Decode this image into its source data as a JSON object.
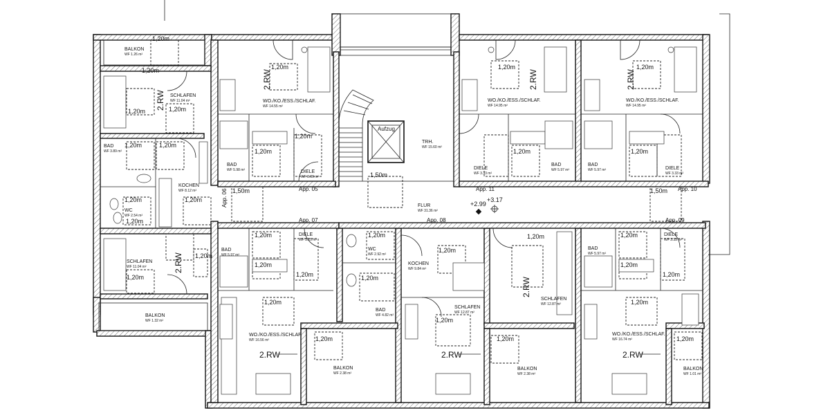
{
  "texts": {
    "balkon": "BALKON",
    "schlafen": "SCHLAFEN",
    "bad": "BAD",
    "kochen": "KOCHEN",
    "wc": "WC",
    "diele": "DIELE",
    "wo": "WO./KO./ESS./SCHLAF.",
    "trh": "TRH.",
    "flur": "FLUR",
    "aufzug": "Aufzug",
    "dim": "1,20m",
    "dim150": "1,50m",
    "rw": "2.RW",
    "lvl1": "+2.99",
    "lvl2": "+3.17",
    "app05": "App. 05",
    "app06": "App. 06",
    "app07": "App. 07",
    "app08": "App. 08",
    "app09": "App. 09",
    "app10": "App. 10",
    "app11": "App. 11",
    "a_126": "WF   1.26 m²",
    "a_1104": "WF   11.04 m²",
    "a_389": "WF   3.89 m²",
    "a_812": "WF   8.12 m²",
    "a_254": "WF   2.54 m²",
    "a_132": "WF   1.32 m²",
    "a_1455": "WF   14.55 m²",
    "a_598": "WF   5.98 m²",
    "a_309": "WF   3.09 m²",
    "a_1495": "WF   14.95 m²",
    "a_597": "WF   5.97 m²",
    "a_333": "WF   3.33 m²",
    "a_1560": "WF   15.60 m²",
    "a_3136": "WF   31.36 m²",
    "a_315": "WF   3.15 m²",
    "a_1656": "WF   16.56 m²",
    "a_238": "WF   2.38 m²",
    "a_292": "WF   2.92 m²",
    "a_984": "WF   9.84 m²",
    "a_482": "WF   4.82 m²",
    "a_1287": "WF   12.87 m²",
    "a_1674": "WF   16.74 m²",
    "a_101": "WF   1.01 m²"
  }
}
